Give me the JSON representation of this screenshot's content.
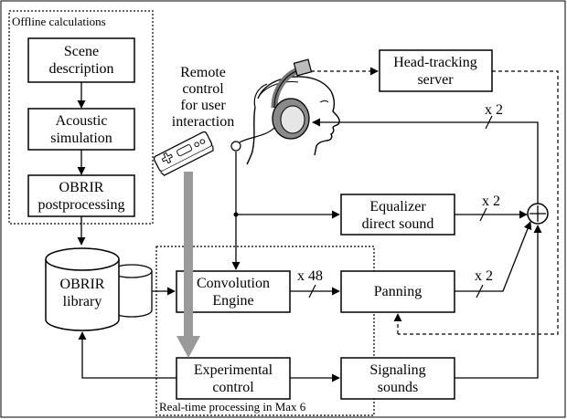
{
  "regions": {
    "offline": "Offline calculations",
    "realtime": "Real-time processing in Max 6"
  },
  "boxes": {
    "scene": [
      "Scene",
      "description"
    ],
    "acoustic": [
      "Acoustic",
      "simulation"
    ],
    "obrir_post": [
      "OBRIR",
      "postprocessing"
    ],
    "head_tracking": [
      "Head-tracking",
      "server"
    ],
    "equalizer": [
      "Equalizer",
      "direct sound"
    ],
    "convolution": [
      "Convolution",
      "Engine"
    ],
    "panning": [
      "Panning"
    ],
    "experimental": [
      "Experimental",
      "control"
    ],
    "signaling": [
      "Signaling",
      "sounds"
    ],
    "library": [
      "OBRIR",
      "library"
    ]
  },
  "remote_label": [
    "Remote",
    "control",
    "for user",
    "interaction"
  ],
  "channel_labels": {
    "headphone": "x 2",
    "equalizer": "x 2",
    "convolution": "x 48",
    "panning": "x 2"
  },
  "sum_symbol": "+"
}
